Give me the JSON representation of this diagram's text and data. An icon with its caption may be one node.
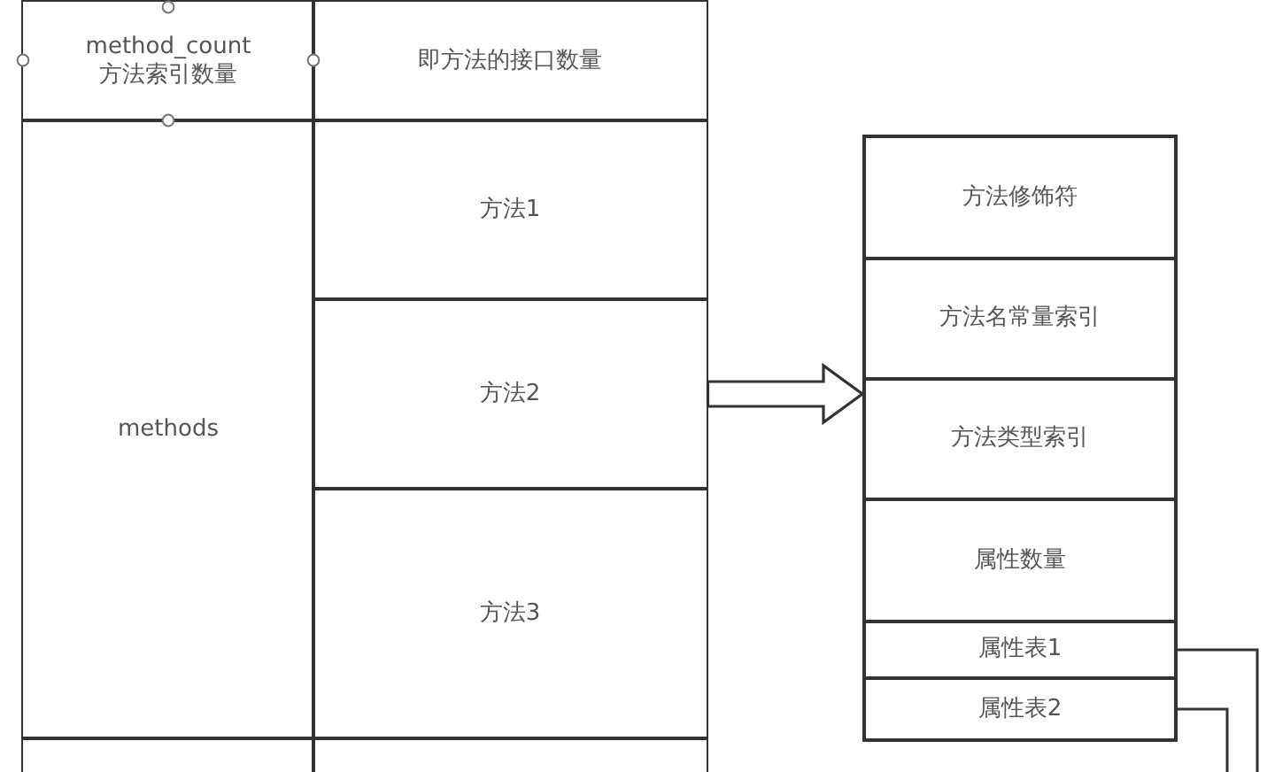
{
  "diagram": {
    "nodes": [
      {
        "text": [
          "method_count",
          "方法索引数量"
        ]
      },
      {
        "text": [
          "即方法的接口数量"
        ]
      },
      {
        "text": [
          "methods"
        ]
      },
      {
        "text": [
          "方法1"
        ]
      },
      {
        "text": [
          "方法2"
        ]
      },
      {
        "text": [
          "方法3"
        ]
      },
      {
        "text": [],
        "shape": "box"
      },
      {
        "text": [],
        "shape": "box"
      },
      {
        "text": [],
        "shape": "box"
      },
      {
        "text": [
          "方法修饰符"
        ],
        "in": 8
      },
      {
        "text": [
          "方法名常量索引"
        ],
        "in": 8
      },
      {
        "text": [
          "方法类型索引"
        ],
        "in": 8
      },
      {
        "text": [
          "属性数量"
        ],
        "in": 8
      },
      {
        "text": [
          "属性表1"
        ],
        "in": 8
      },
      {
        "text": [
          "属性表2"
        ],
        "in": 8
      }
    ],
    "edges": [
      {
        "from": 4,
        "to": 8,
        "arrow": "to",
        "style": "thick"
      },
      {
        "from": 13,
        "to": null,
        "arrow": "none"
      },
      {
        "from": 14,
        "to": null,
        "arrow": "none"
      }
    ]
  }
}
